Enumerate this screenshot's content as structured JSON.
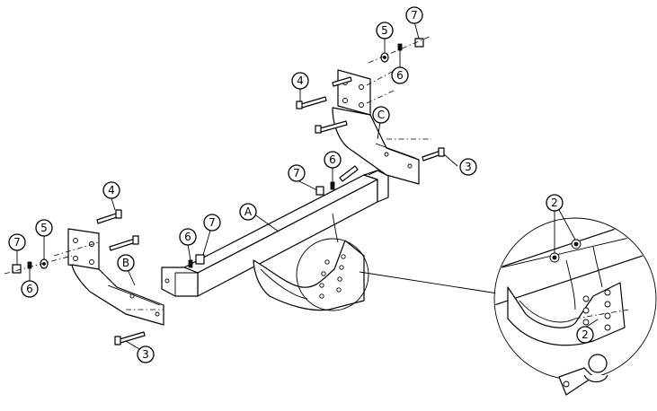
{
  "callouts": [
    {
      "id": "A",
      "label": "A"
    },
    {
      "id": "B",
      "label": "B"
    },
    {
      "id": "C",
      "label": "C"
    },
    {
      "id": "tr-7",
      "label": "7"
    },
    {
      "id": "tr-5",
      "label": "5"
    },
    {
      "id": "tr-6",
      "label": "6"
    },
    {
      "id": "tr-4",
      "label": "4"
    },
    {
      "id": "r-3",
      "label": "3"
    },
    {
      "id": "m-7",
      "label": "7"
    },
    {
      "id": "m-6",
      "label": "6"
    },
    {
      "id": "l-4",
      "label": "4"
    },
    {
      "id": "l-5",
      "label": "5"
    },
    {
      "id": "l-7",
      "label": "7"
    },
    {
      "id": "l-6",
      "label": "6"
    },
    {
      "id": "fm-6",
      "label": "6"
    },
    {
      "id": "fm-7",
      "label": "7"
    },
    {
      "id": "b-3",
      "label": "3"
    },
    {
      "id": "d-2a",
      "label": "2"
    },
    {
      "id": "d-2b",
      "label": "2"
    }
  ]
}
